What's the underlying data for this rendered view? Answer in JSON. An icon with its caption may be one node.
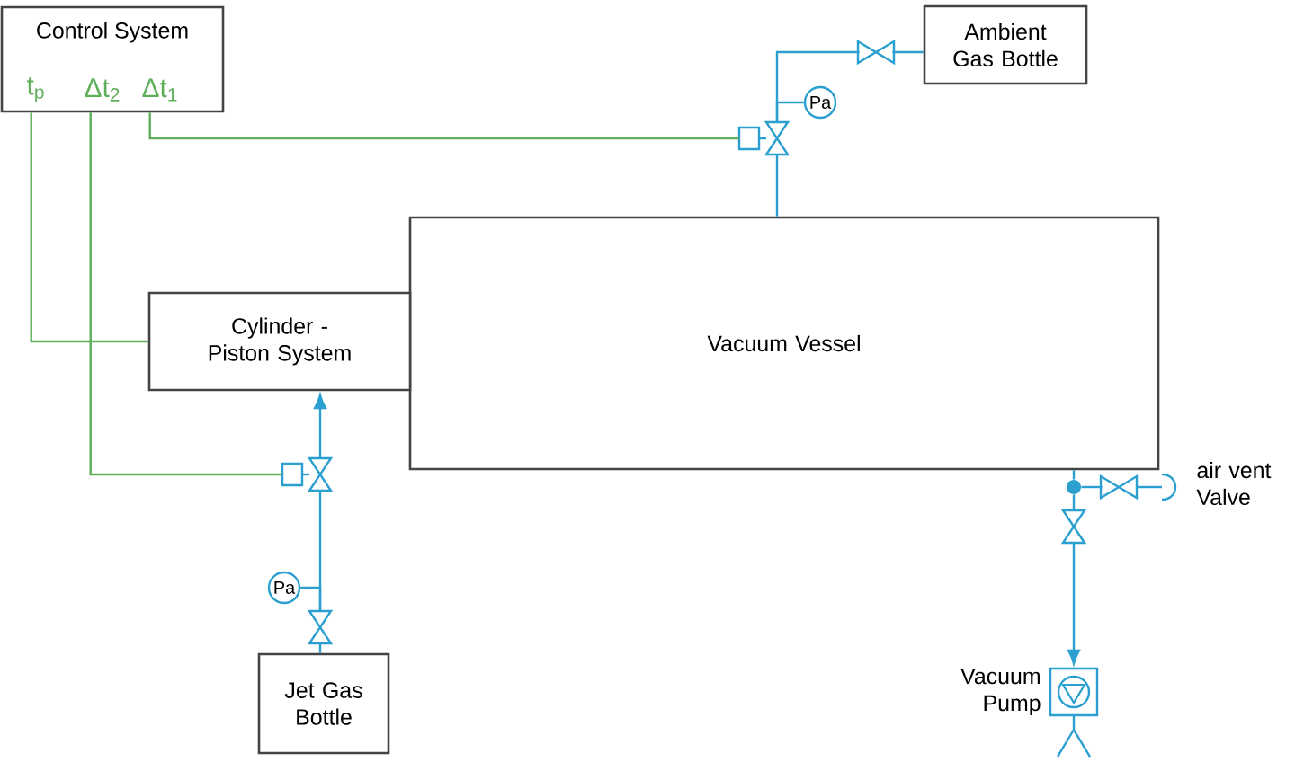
{
  "diagram": {
    "nodes": [
      {
        "text": [
          "Control System",
          "t$_{p}$",
          "Δt$_{2}$",
          "Δt$_{1}$"
        ]
      },
      {
        "text": [
          "Ambient Gas Bottle"
        ]
      },
      {
        "text": [
          "Vacuum Vessel"
        ]
      },
      {
        "text": [
          "Cylinder -Piston System"
        ]
      },
      {
        "text": [
          "Jet Gas Bottle"
        ]
      },
      {
        "text": [
          "Pa"
        ]
      },
      {
        "text": [
          "Pa"
        ]
      },
      {
        "text": [],
        "shape": "pump",
        "beside": [
          "Vacuum Pump"
        ]
      },
      {
        "text": [],
        "shape": "valve",
        "beside": [
          "air vent Valve"
        ]
      },
      {
        "text": [],
        "shape": "valve"
      },
      {
        "text": [],
        "shape": "valve"
      },
      {
        "text": [],
        "shape": "valve"
      },
      {
        "text": [],
        "shape": "valve"
      },
      {
        "text": [],
        "shape": "valve"
      },
      {
        "text": [],
        "shape": "dot"
      }
    ],
    "edges": [
      {
        "from": 1,
        "to": 10,
        "arrow": "none"
      },
      {
        "from": 10,
        "to": 9,
        "arrow": "none"
      },
      {
        "from": 5,
        "to": 9,
        "arrow": "none"
      },
      {
        "from": 9,
        "to": 2,
        "arrow": "none"
      },
      {
        "from": 0,
        "to": 9,
        "arrow": "none",
        "color": "#5fae5a"
      },
      {
        "from": 0,
        "to": 3,
        "arrow": "none",
        "color": "#5fae5a"
      },
      {
        "from": 0,
        "to": 11,
        "arrow": "none",
        "color": "#5fae5a"
      },
      {
        "from": 11,
        "to": 3,
        "arrow": "to"
      },
      {
        "from": 12,
        "to": 11,
        "arrow": "none"
      },
      {
        "from": 6,
        "to": 12,
        "arrow": "none"
      },
      {
        "from": 4,
        "to": 12,
        "arrow": "none"
      },
      {
        "from": 2,
        "to": 14,
        "arrow": "none"
      },
      {
        "from": 14,
        "to": 8,
        "arrow": "none"
      },
      {
        "from": 14,
        "to": 13,
        "arrow": "none"
      },
      {
        "from": 13,
        "to": 7,
        "arrow": "to"
      }
    ]
  }
}
